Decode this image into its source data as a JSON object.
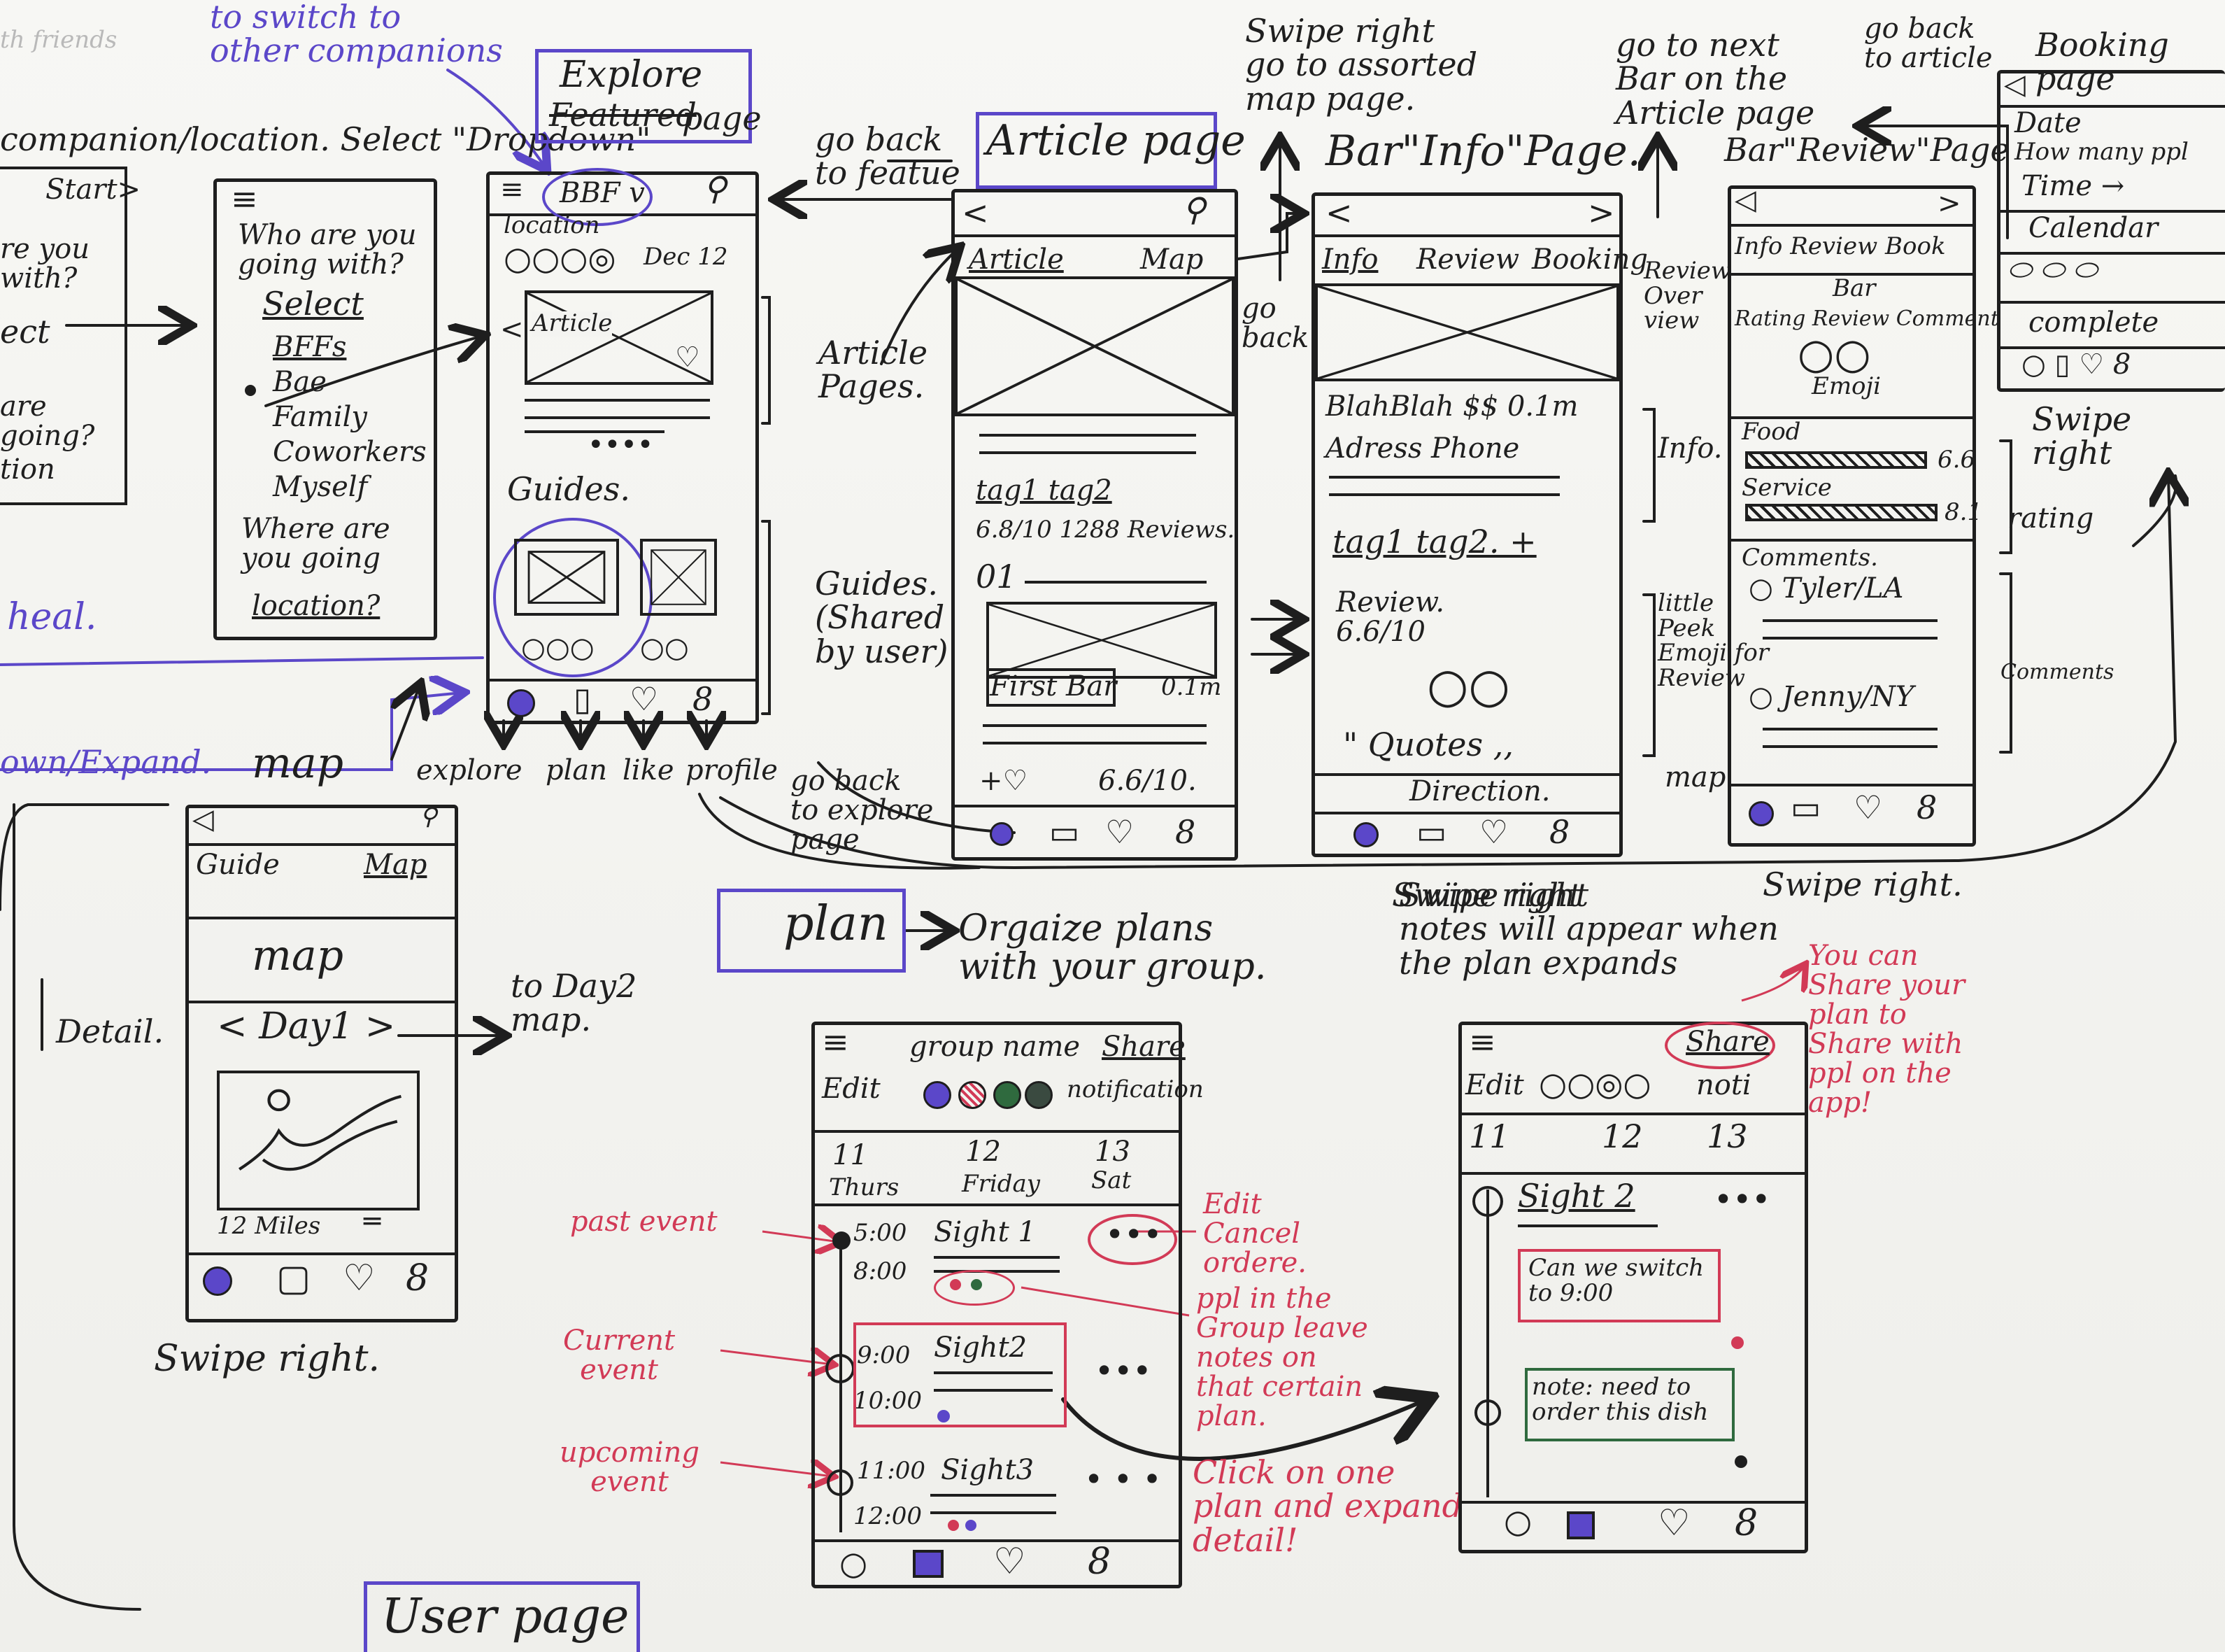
{
  "top_left": {
    "purple_note": "to switch to\nother companions",
    "faded1": "th friends",
    "companion_note": "companion/location. Select \"Dropdown\"",
    "start": "Start>",
    "you_with": "re you\nwith?",
    "select": "ect",
    "are_going": "are\ngoing?",
    "tion": "tion",
    "heal": "heal.",
    "down_expand": "own/Expand.",
    "map": "map"
  },
  "screen1": {
    "q1": "Who are you\ngoing with?",
    "select": "Select",
    "options": [
      "BFFs",
      "Bae",
      "Family",
      "Coworkers",
      "Myself"
    ],
    "q2": "Where are\nyou going",
    "location": "location?"
  },
  "explore": {
    "title_box": "Explore",
    "struck": "Featured",
    "page": "page",
    "dropdown": "BBF v",
    "location": "location",
    "date": "Dec 12",
    "article": "Article",
    "guides": "Guides.",
    "nav": [
      "explore",
      "plan",
      "like",
      "profile"
    ],
    "article_pages": "Article\nPages.",
    "guides_note": "Guides.\n(Shared\nby user)"
  },
  "article_page": {
    "title": "Article page",
    "go_back": "go back\nto featue",
    "tab_article": "Article",
    "tab_map": "Map",
    "tags": "tag1 tag2",
    "rating": "6.8/10 1288 Reviews.",
    "num": "01",
    "first_bar": "First Bar",
    "dist": "0.1m",
    "score": "6.6/10.",
    "go_back2": "go\nback",
    "go_back_explore": "go back\nto explore\npage"
  },
  "info_page": {
    "title": "Bar\"Info\"Page.",
    "swipe": "Swipe right\ngo to assorted\nmap page.",
    "tabs": [
      "Info",
      "Review",
      "Booking"
    ],
    "name": "BlahBlah  $$ 0.1m",
    "addr": "Adress  Phone",
    "tags": "tag1 tag2. +",
    "review": "Review.\n6.6/10",
    "quotes": "\" Quotes ,,",
    "direction": "Direction.",
    "side_review": "Review\nOver\nview",
    "side_info": "Info.",
    "side_little": "little\nPeek\nEmoji for\nReview",
    "to_map": "map",
    "swipe_bottom": "Swipe right"
  },
  "review_page": {
    "title": "Bar\"Review\"Page",
    "goto_next": "go to next\nBar on the\nArticle page",
    "tabs": "Info  Review  Book",
    "bar": "Bar",
    "cols": "Rating Review Comment",
    "emoji": "Emoji",
    "food": "Food",
    "food_score": "6.6",
    "service": "Service",
    "service_score": "8.1",
    "comments": "Comments.",
    "c1": "Tyler/LA",
    "c2": "Jenny/NY",
    "side_rating": "rating",
    "side_comments": "Comments",
    "swipe_bottom": "Swipe right."
  },
  "booking_page": {
    "title": "Booking\npage",
    "goback": "go back\nto article",
    "date": "Date",
    "howmany": "How many ppl",
    "time": "Time",
    "calendar": "Calendar",
    "complete": "complete",
    "swipe": "Swipe\nright"
  },
  "map_screen": {
    "tab1": "Guide",
    "tab2": "Map",
    "map": "map",
    "day": "< Day1 >",
    "miles": "12 Miles",
    "detail": "Detail.",
    "to_day2": "to Day2\nmap.",
    "swipe": "Swipe right."
  },
  "plan": {
    "label": "plan",
    "desc": "Orgaize plans\nwith your group.",
    "group": "group name",
    "share": "Share",
    "edit": "Edit",
    "notif": "notification",
    "days": [
      {
        "n": "11",
        "d": "Thurs"
      },
      {
        "n": "12",
        "d": "Friday"
      },
      {
        "n": "13",
        "d": "Sat"
      }
    ],
    "events": [
      {
        "time": "5:00",
        "end": "8:00",
        "name": "Sight 1"
      },
      {
        "time": "9:00",
        "end": "10:00",
        "name": "Sight2"
      },
      {
        "time": "11:00",
        "end": "12:00",
        "name": "Sight3"
      }
    ],
    "past": "past event",
    "current": "Current\nevent",
    "upcoming": "upcoming\nevent",
    "edit_note": "Edit\nCancel\nordere.",
    "ppl_note": "ppl in the\nGroup leave\nnotes on\nthat certain\nplan.",
    "click_note": "Click on one\nplan and expand\ndetail!"
  },
  "plan_expanded": {
    "swipe": "Swipe right\nnotes will appear when\nthe plan expands",
    "share": "Share",
    "edit": "Edit",
    "noti": "noti",
    "days": [
      "11",
      "12",
      "13"
    ],
    "sight": "Sight 2",
    "note1": "Can we switch\nto 9:00",
    "note2": "note: need to\norder this dish",
    "share_note": "You can\nShare your\nplan to\nShare with\nppl on the\napp!"
  },
  "user_page": {
    "label": "User page"
  }
}
